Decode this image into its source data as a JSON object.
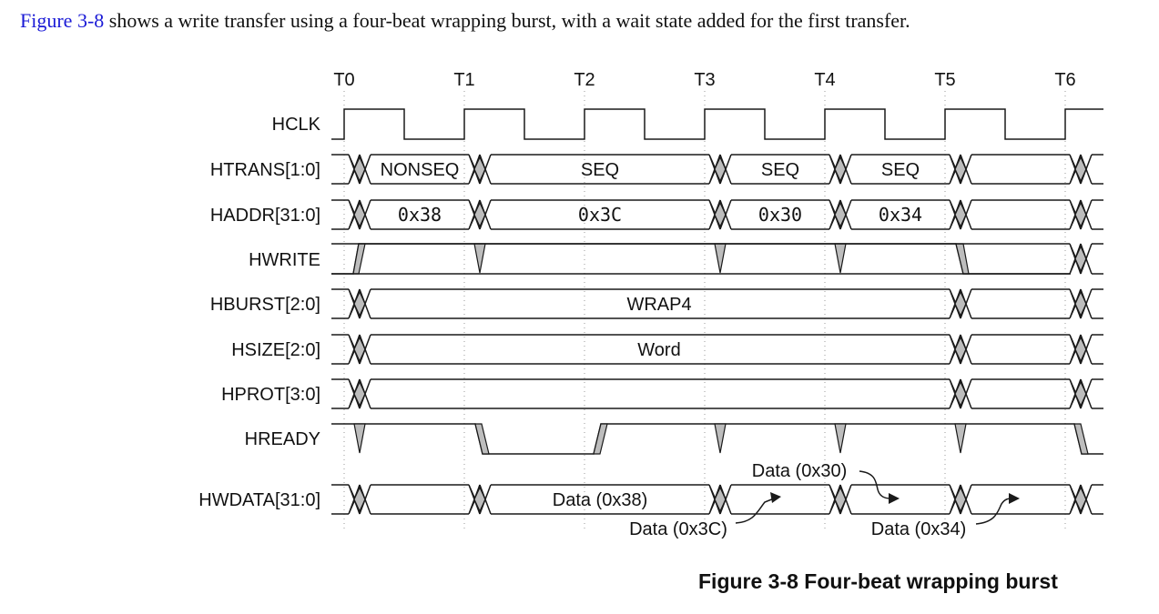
{
  "intro": {
    "figure_ref": "Figure 3-8",
    "text": " shows a write transfer using a four-beat wrapping burst, with a wait state added for the first transfer."
  },
  "clock_labels": [
    "T0",
    "T1",
    "T2",
    "T3",
    "T4",
    "T5",
    "T6"
  ],
  "signals": [
    {
      "name": "HCLK"
    },
    {
      "name": "HTRANS[1:0]",
      "values": [
        "NONSEQ",
        "SEQ",
        "SEQ",
        "SEQ"
      ]
    },
    {
      "name": "HADDR[31:0]",
      "values": [
        "0x38",
        "0x3C",
        "0x30",
        "0x34"
      ]
    },
    {
      "name": "HWRITE"
    },
    {
      "name": "HBURST[2:0]",
      "values": [
        "WRAP4"
      ]
    },
    {
      "name": "HSIZE[2:0]",
      "values": [
        "Word"
      ]
    },
    {
      "name": "HPROT[3:0]"
    },
    {
      "name": "HREADY"
    },
    {
      "name": "HWDATA[31:0]",
      "values": [
        "Data (0x38)"
      ]
    }
  ],
  "annotations": {
    "data_0x3c": "Data (0x3C)",
    "data_0x30": "Data (0x30)",
    "data_0x34": "Data (0x34)"
  },
  "caption": "Figure 3-8 Four-beat wrapping burst",
  "colors": {
    "link": "#1a1ad6",
    "transition_fill": "#bdbdbd",
    "line": "#1a1a1a"
  }
}
